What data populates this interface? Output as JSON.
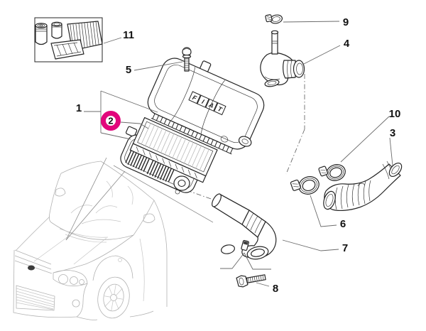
{
  "diagram": {
    "type": "exploded-parts-diagram",
    "subject": "air-cleaner-and-intake-ducts",
    "brand_logo": {
      "text": "FIAT",
      "letters": [
        "F",
        "I",
        "A",
        "T"
      ]
    },
    "colors": {
      "highlight": "#e2077c",
      "part_line": "#242424",
      "leader_line": "#6b6b6b",
      "car_line": "#b2b2b2",
      "background": "#ffffff"
    },
    "callouts": [
      {
        "number": "1",
        "highlighted": false
      },
      {
        "number": "2",
        "highlighted": true
      },
      {
        "number": "3",
        "highlighted": false
      },
      {
        "number": "4",
        "highlighted": false
      },
      {
        "number": "5",
        "highlighted": false
      },
      {
        "number": "6",
        "highlighted": false
      },
      {
        "number": "7",
        "highlighted": false
      },
      {
        "number": "8",
        "highlighted": false
      },
      {
        "number": "9",
        "highlighted": false
      },
      {
        "number": "10",
        "highlighted": false
      },
      {
        "number": "11",
        "highlighted": false
      }
    ]
  }
}
